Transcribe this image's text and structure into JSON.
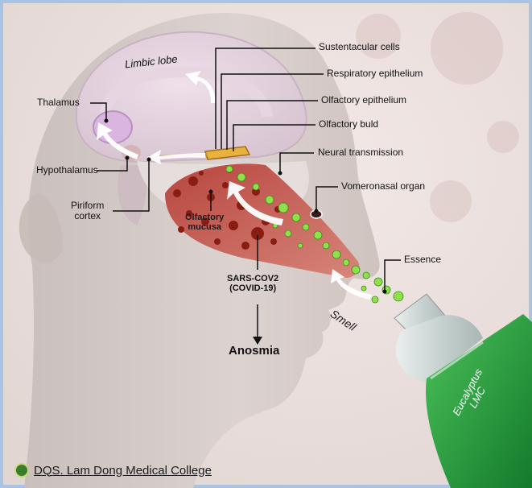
{
  "labels": {
    "limbic_lobe": "Limbic lobe",
    "thalamus": "Thalamus",
    "hypothalamus": "Hypothalamus",
    "piriform_cortex": "Piriform\ncortex",
    "sustentacular_cells": "Sustentacular cells",
    "respiratory_epithelium": "Respiratory epithelium",
    "olfactory_epithelium": "Olfactory epithelium",
    "olfactory_buld": "Olfactory buld",
    "neural_transmission": "Neural transmission",
    "vomeronasal_organ": "Vomeronasal organ",
    "olfactory_mucusa": "Olfactory\nmucusa",
    "sars_cov2": "SARS-COV2\n(COVID-19)",
    "anosmia": "Anosmia",
    "essence": "Essence",
    "smell": "Smell",
    "bottle": "Eucalyptus\nLMC"
  },
  "footer": {
    "text": "DQS. Lam Dong Medical College"
  },
  "colors": {
    "nasal_cavity": "#c95f57",
    "virus_particles": "#8a1d12",
    "essence_particles": "#8fe04a",
    "bottle_liquid": "#1f9a3a",
    "skin": "#d9cfcb",
    "border": "#a9c3e3"
  }
}
